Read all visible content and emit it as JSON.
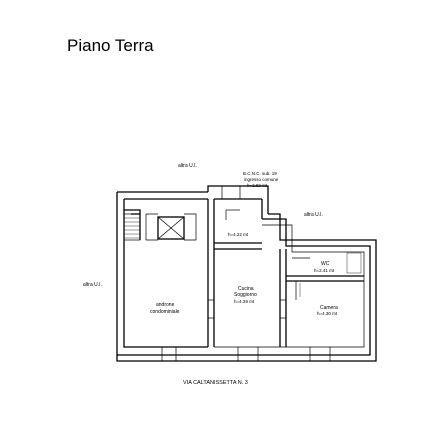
{
  "title": "Piano Terra",
  "labels": {
    "altra_top": "altra U.I.",
    "altra_right": "altra U.I.",
    "altra_left": "altra U.I.",
    "bcnc_line1": "B.C.N.C. sub. 19",
    "bcnc_line2": "ingresso comune",
    "bcnc_line3": "h=2.82 mt",
    "corridor_height": "h=4.22 mt",
    "wc_name": "WC",
    "wc_height": "h=2.41 mt",
    "cucina_line1": "Cucina",
    "cucina_line2": "Soggiorno",
    "cucina_height": "h=4.29 mt",
    "camera_name": "Camera",
    "camera_height": "h=4.30 mt",
    "androne_line1": "androne",
    "androne_line2": "condominiale",
    "street": "VIA CALTANISSETTA N. 3"
  }
}
